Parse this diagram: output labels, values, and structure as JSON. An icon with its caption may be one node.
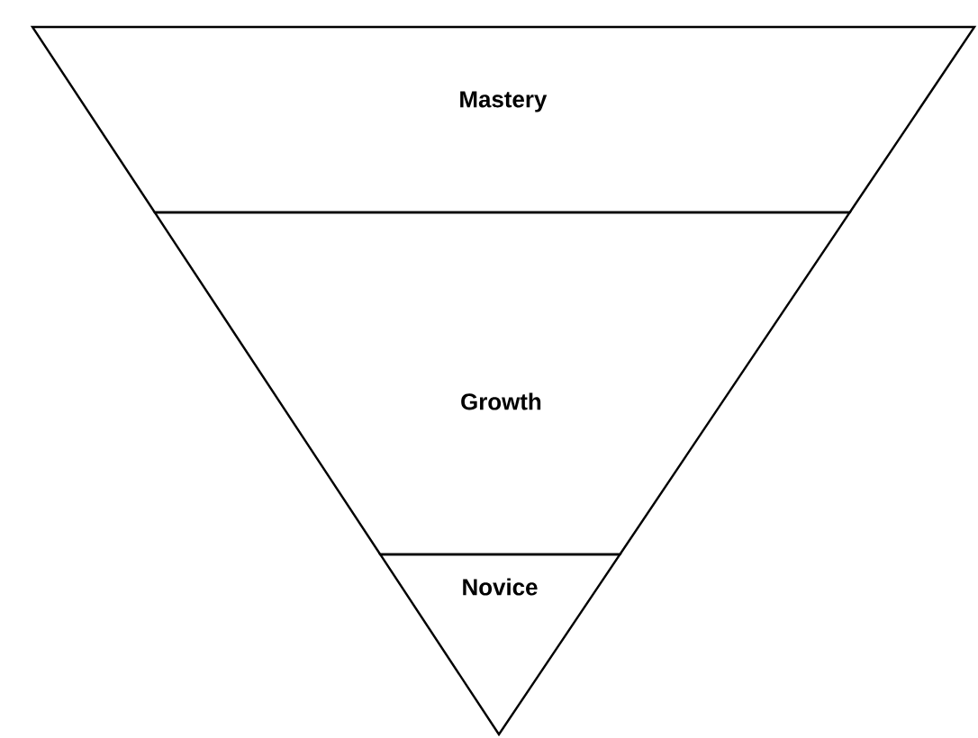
{
  "diagram": {
    "nodes": [
      {
        "text": [
          "Mastery"
        ]
      },
      {
        "text": [
          "Growth"
        ]
      },
      {
        "text": [
          "Novice"
        ]
      }
    ]
  }
}
